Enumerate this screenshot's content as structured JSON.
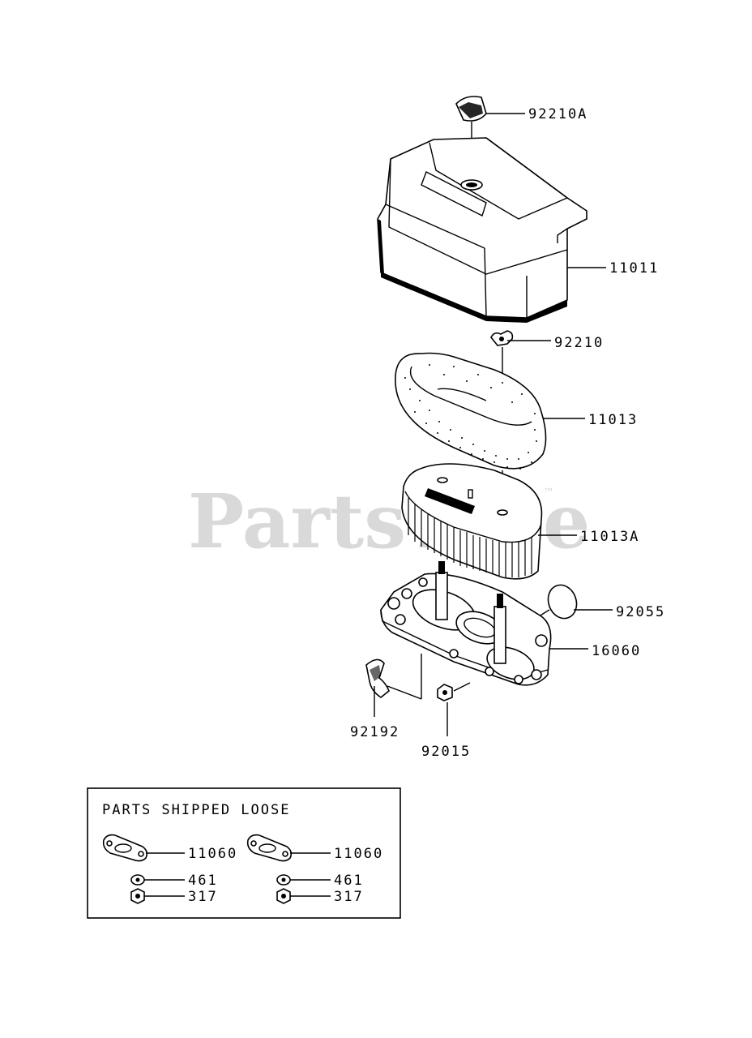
{
  "watermark": {
    "text": "PartsTree",
    "trademark": "™"
  },
  "parts": {
    "knob": "92210A",
    "cover": "11011",
    "wing_nut": "92210",
    "pre_cleaner": "11013",
    "element": "11013A",
    "o_ring": "92055",
    "base": "16060",
    "hose": "92192",
    "nut": "92015"
  },
  "loose_box": {
    "title": "PARTS SHIPPED LOOSE",
    "left": {
      "gasket": "11060",
      "washer": "461",
      "nut": "317"
    },
    "right": {
      "gasket": "11060",
      "washer": "461",
      "nut": "317"
    }
  }
}
